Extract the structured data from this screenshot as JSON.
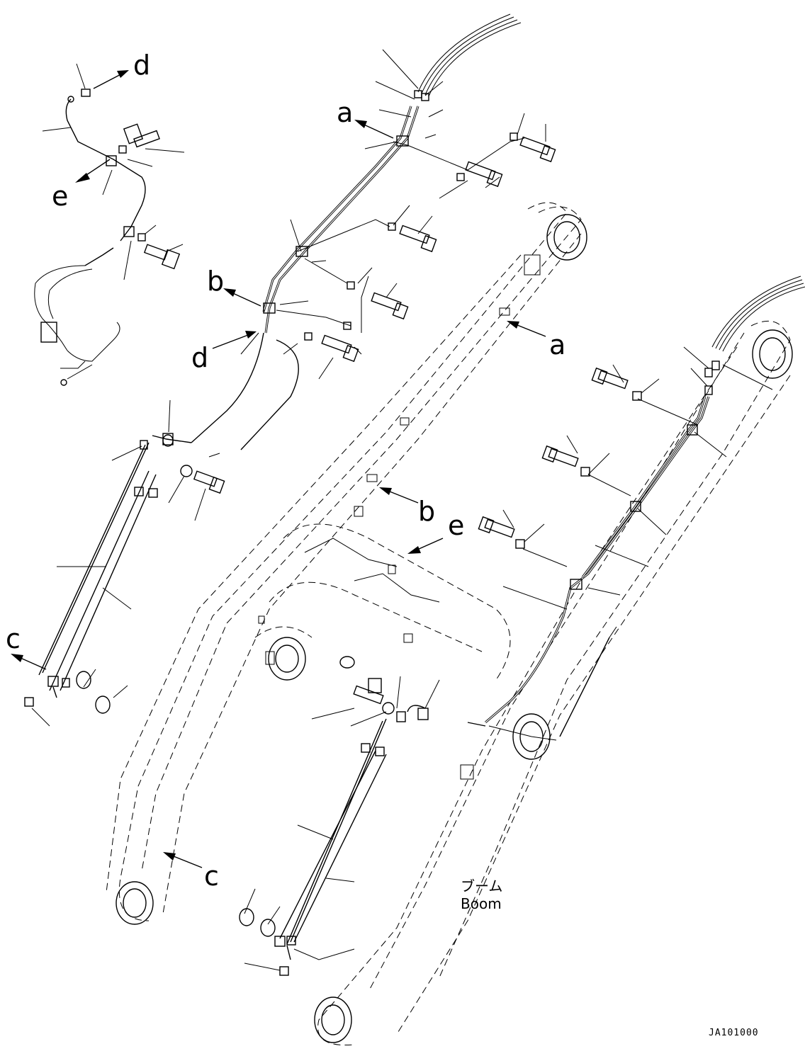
{
  "diagram": {
    "callouts": {
      "a_top": "a",
      "a_boom": "a",
      "b_top": "b",
      "b_boom": "b",
      "c_left": "c",
      "c_boom": "c",
      "d_top": "d",
      "d_mid": "d",
      "e_left": "e",
      "e_boom": "e"
    },
    "boom_label_jp": "ブーム",
    "boom_label_en": "Boom",
    "drawing_code": "JA101000"
  }
}
